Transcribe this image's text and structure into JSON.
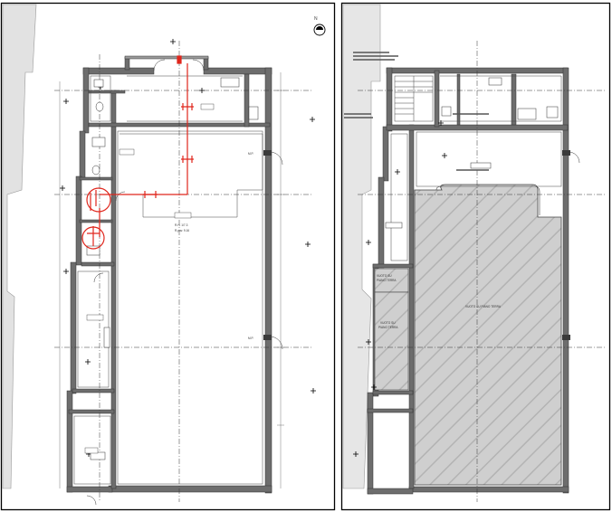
{
  "north_label": "N",
  "left_sheet": {
    "room_label_1": "R.H. 1/7.3",
    "room_label_2": "R.pav. 9.16",
    "side_label_1": "M.P.",
    "side_label_2": "M.P."
  },
  "right_sheet": {
    "void_small_upper": "VUOTO SU\nPIANO TERRA",
    "void_small_lower": "VUOTO SU\nPIANO TERRA",
    "void_large": "VUOTO SU PIANO TERRA"
  },
  "colors": {
    "wall": "#6d6d6d",
    "wall_dark": "#3a3a3a",
    "hatch_fill": "#c9c9c9",
    "neighbour": "#e2e2e2",
    "plumbing_red": "#e0261c",
    "frame": "#000000"
  }
}
